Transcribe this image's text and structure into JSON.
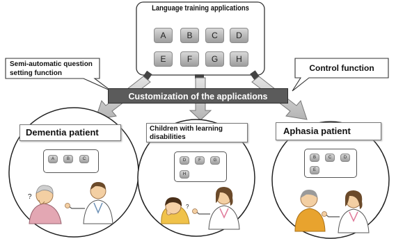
{
  "apps_panel": {
    "title": "Language training applications",
    "keys": [
      "A",
      "B",
      "C",
      "D",
      "E",
      "F",
      "G",
      "H"
    ]
  },
  "callouts": {
    "semi_auto": "Semi-automatic question setting function",
    "control": "Control function"
  },
  "banner": "Customization of the applications",
  "patients": {
    "dementia": {
      "label": "Dementia patient",
      "keys": [
        "A",
        "B",
        "C"
      ]
    },
    "children": {
      "label": "Children with learning disabilities",
      "keys": [
        "D",
        "F",
        "G",
        "H"
      ]
    },
    "aphasia": {
      "label": "Aphasia patient",
      "keys": [
        "B",
        "C",
        "D",
        "E"
      ]
    }
  },
  "colors": {
    "banner": "#5b5b5b",
    "arrow_fill": "#c8c8c8",
    "key_fill": "#b8b8b8",
    "circle_stroke": "#222222"
  },
  "icons": [
    "question-mark-icon",
    "patient-figure",
    "doctor-figure",
    "child-figure"
  ]
}
